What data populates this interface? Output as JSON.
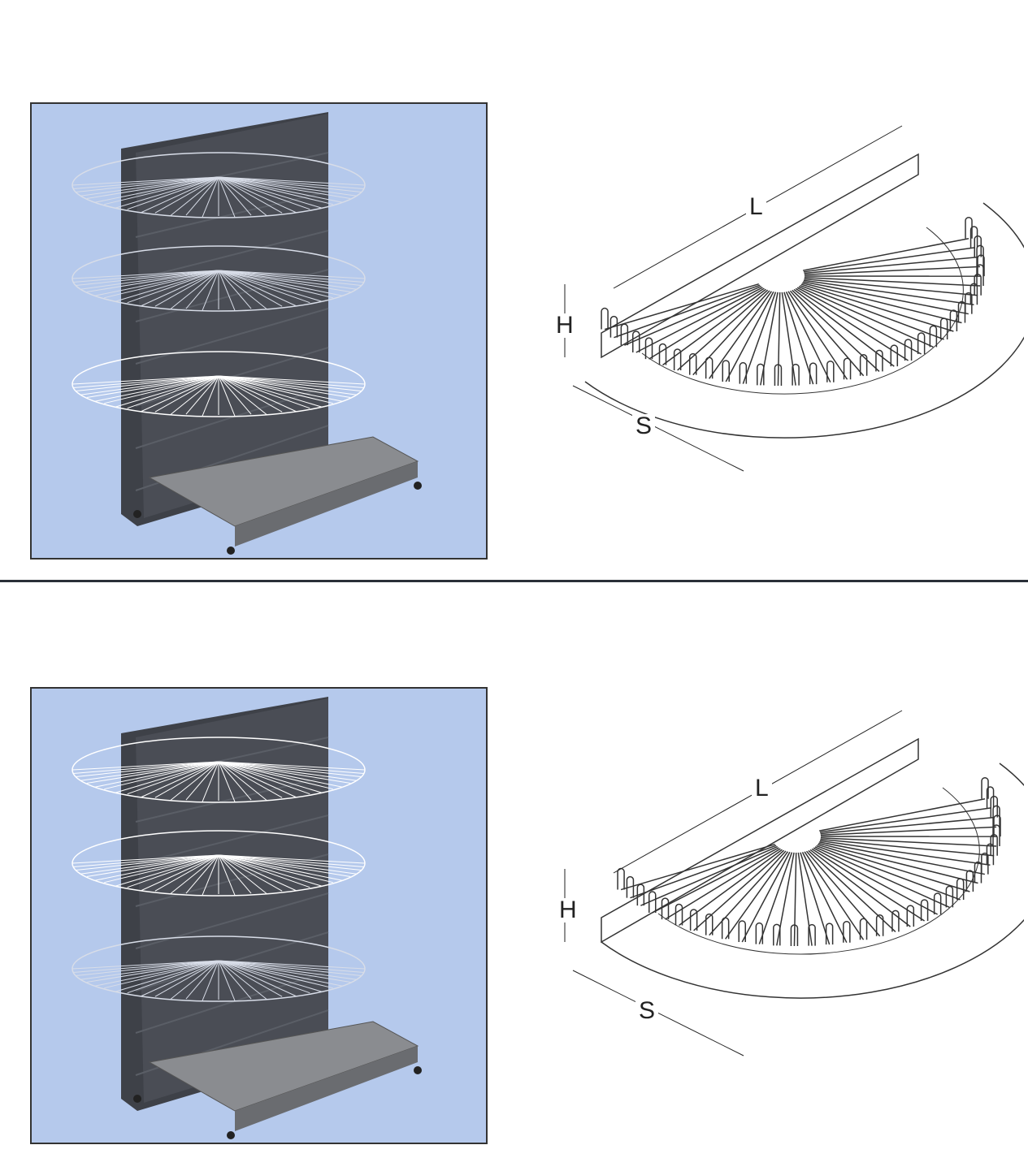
{
  "sections": [
    {
      "name": "concave-fan-basket",
      "dimensions": {
        "length": "L",
        "height": "H",
        "depth": "S"
      }
    },
    {
      "name": "convex-fan-basket",
      "dimensions": {
        "length": "L",
        "height": "H",
        "depth": "S"
      }
    }
  ],
  "colors": {
    "panel_bg": "#b5c9ec",
    "gondola": "#4a4d55",
    "wire": "#333333"
  }
}
